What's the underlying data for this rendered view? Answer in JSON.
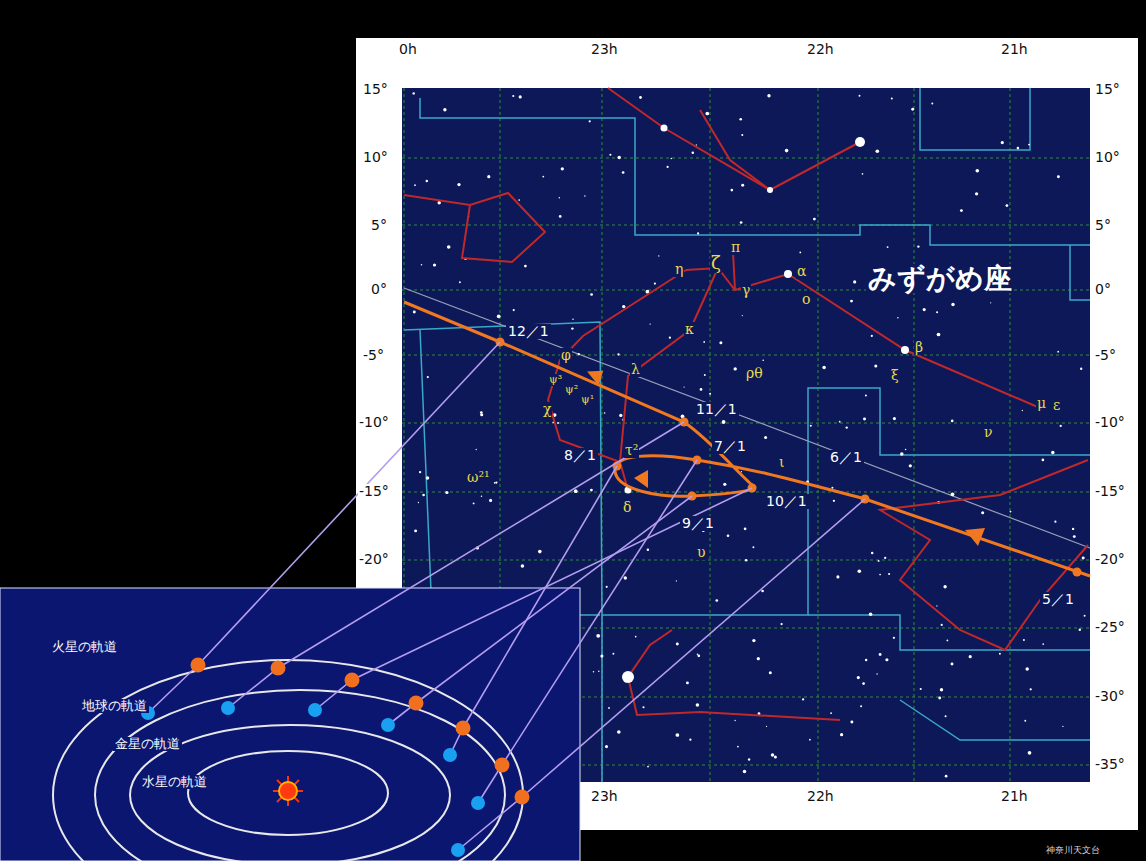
{
  "diagram": {
    "labels": [
      "0h",
      "23h",
      "22h",
      "21h",
      "23h",
      "22h",
      "21h",
      "15°",
      "10°",
      "5°",
      "0°",
      "-5°",
      "-10°",
      "-15°",
      "-20°",
      "15°",
      "10°",
      "5°",
      "0°",
      "-5°",
      "-10°",
      "-15°",
      "-20°",
      "-25°",
      "-30°",
      "-35°",
      "みずがめ座",
      "π",
      "η",
      "ζ",
      "γ",
      "α",
      "ο",
      "κ",
      "λ",
      "ρθ",
      "β",
      "ξ",
      "μ",
      "ε",
      "ν",
      "ι",
      "φ",
      "ψ³",
      "ψ²",
      "ψ¹",
      "χ",
      "τ²",
      "δ",
      "ω²¹",
      "υ",
      "12／1",
      "11／1",
      "8／1",
      "7／1",
      "6／1",
      "10／1",
      "9／1",
      "5／1",
      "火星の軌道",
      "地球の軌道",
      "金星の軌道",
      "水星の軌道",
      "神奈川天文台"
    ]
  }
}
